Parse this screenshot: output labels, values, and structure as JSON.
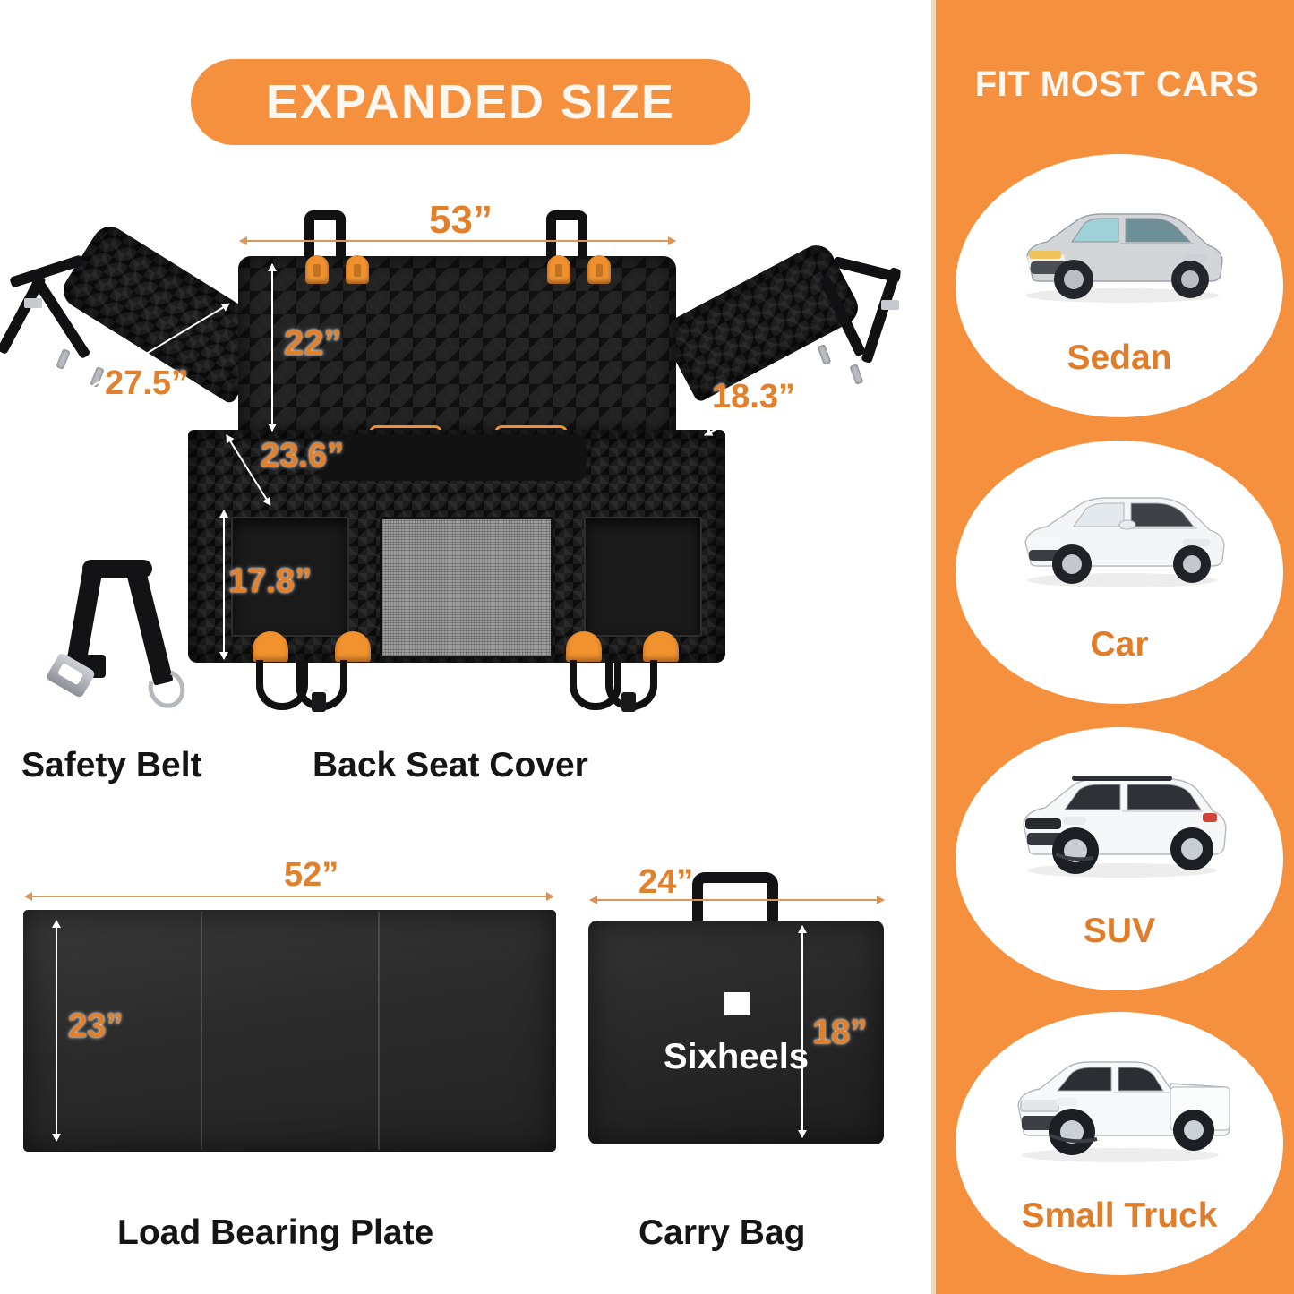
{
  "left": {
    "badge_label": "EXPANDED SIZE",
    "seat_cover": {
      "caption": "Back Seat Cover",
      "dimensions": {
        "width_top": "53”",
        "backrest_height": "22”",
        "left_flap": "27.5”",
        "right_flap": "18.3”",
        "seat_depth": "23.6”",
        "front_drop": "17.8”"
      }
    },
    "safety_belt": {
      "caption": "Safety Belt"
    },
    "load_bearing_plate": {
      "caption": "Load Bearing Plate",
      "width": "52”",
      "height": "23”"
    },
    "carry_bag": {
      "caption": "Carry Bag",
      "brand": "Sixheels",
      "width": "24”",
      "height": "18”"
    }
  },
  "right": {
    "title": "FIT MOST CARS",
    "vehicles": [
      {
        "label": "Sedan",
        "art": "sedan-silver"
      },
      {
        "label": "Car",
        "art": "hatchback-white"
      },
      {
        "label": "SUV",
        "art": "suv-white"
      },
      {
        "label": "Small Truck",
        "art": "pickup-white"
      }
    ]
  },
  "colors": {
    "accent_orange": "#F5903F",
    "label_orange": "#E2812C",
    "panel_border_cream": "#EBD9BE",
    "fabric_black": "#232324",
    "mesh_gray": "#9d9d9d",
    "text_black": "#151515"
  }
}
